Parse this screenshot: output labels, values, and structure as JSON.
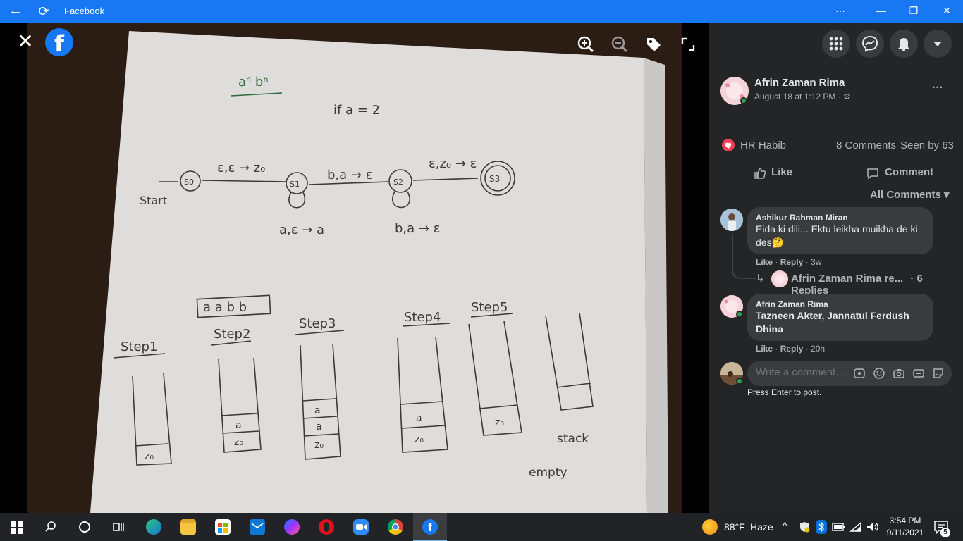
{
  "window": {
    "title": "Facebook",
    "more_label": "···",
    "minimize_label": "—",
    "maximize_label": "❐",
    "close_label": "✕"
  },
  "viewer": {
    "close_label": "✕",
    "logo_letter": "f",
    "tools": [
      "zoom-in-icon",
      "zoom-out-icon",
      "tag-icon",
      "fullscreen-icon"
    ],
    "photo_text": {
      "title": "aⁿ bⁿ",
      "condition": "if  a = 2",
      "start": "Start",
      "states": [
        "S0",
        "S1",
        "S2",
        "S3"
      ],
      "t01": "ε,ε → z₀",
      "t12": "b,a → ε",
      "t23": "ε,z₀ → ε",
      "loop1": "a,ε → a",
      "loop2": "b,a → ε",
      "input": "a a b b",
      "steps": [
        "Step1",
        "Step2",
        "Step3",
        "Step4",
        "Step5"
      ],
      "z0": "z₀",
      "a": "a",
      "stack": "stack",
      "empty": "empty"
    }
  },
  "post": {
    "author": "Afrin Zaman Rima",
    "timestamp": "August 18 at 1:12 PM · ⚙",
    "more_label": "···",
    "reactor": "HR Habib",
    "comments_count": "8 Comments",
    "seen_by": "Seen by 63",
    "like_label": "Like",
    "comment_label": "Comment",
    "filter_label": "All Comments ▾"
  },
  "comments": [
    {
      "name": "Ashikur Rahman Miran",
      "text": "Eida ki dili... Ektu leikha muikha de ki des🤔",
      "like": "Like",
      "reply": "Reply",
      "time": "3w",
      "reply_thread": "Afrin Zaman Rima re...",
      "reply_count": "· 6 Replies"
    },
    {
      "name": "Afrin Zaman Rima",
      "text": "Tazneen Akter, Jannatul Ferdush Dhina",
      "like": "Like",
      "reply": "Reply",
      "time": "20h"
    }
  ],
  "composer": {
    "placeholder": "Write a comment...",
    "hint": "Press Enter to post."
  },
  "taskbar": {
    "weather_temp": "88°F",
    "weather_cond": "Haze",
    "time": "3:54 PM",
    "date": "9/11/2021",
    "notification_count": "5",
    "tray_chevron": "^"
  }
}
